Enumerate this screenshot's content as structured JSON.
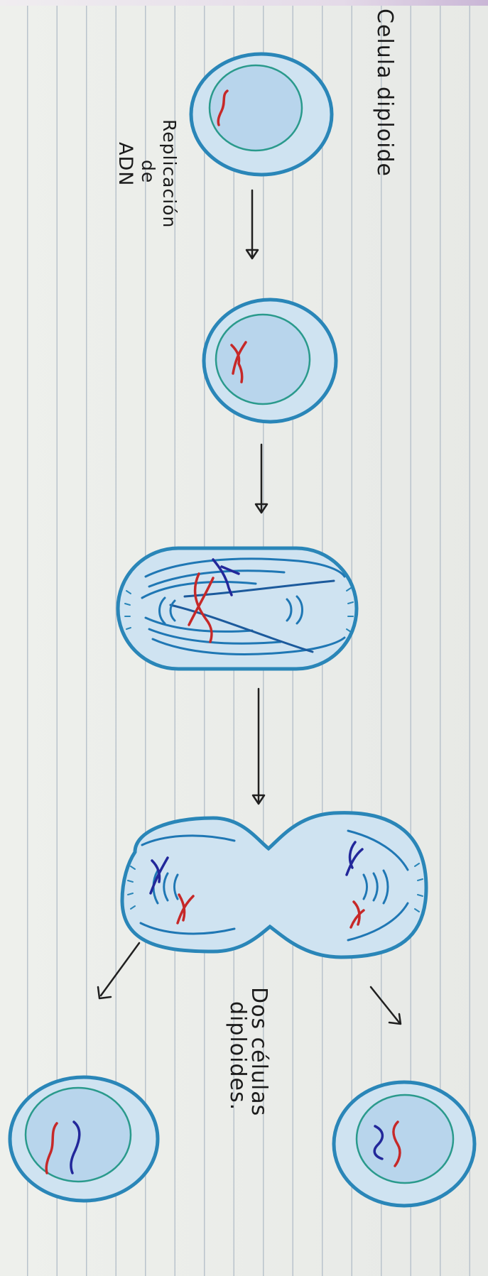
{
  "labels": {
    "diploid_cell": "Celula diploide",
    "replication_line1": "Replicación",
    "replication_line2": "de",
    "replication_line3": "ADN",
    "result_line1": "Dos células",
    "result_line2": "diploides."
  },
  "stages": [
    {
      "stage": "diploid-cell",
      "chromosomes": [
        "red"
      ]
    },
    {
      "stage": "replicated-cell",
      "chromosomes": [
        "red"
      ]
    },
    {
      "stage": "dividing-cell-spindle",
      "chromosomes": [
        "red",
        "blue"
      ]
    },
    {
      "stage": "cytokinesis",
      "chromosomes": [
        "blue",
        "red",
        "blue",
        "red"
      ]
    },
    {
      "stage": "daughter-cell-right",
      "chromosomes": [
        "blue",
        "red"
      ]
    },
    {
      "stage": "daughter-cell-left",
      "chromosomes": [
        "red",
        "blue"
      ]
    }
  ],
  "colors": {
    "membrane": "#2a86b8",
    "cytoplasm": "#cfe3f1",
    "nucleus_outline": "#2a9a8c",
    "chromosome_red": "#c62828",
    "chromosome_blue": "#22279a",
    "paper_lines": "#b9c3cc",
    "ink": "#1b1b1b"
  }
}
